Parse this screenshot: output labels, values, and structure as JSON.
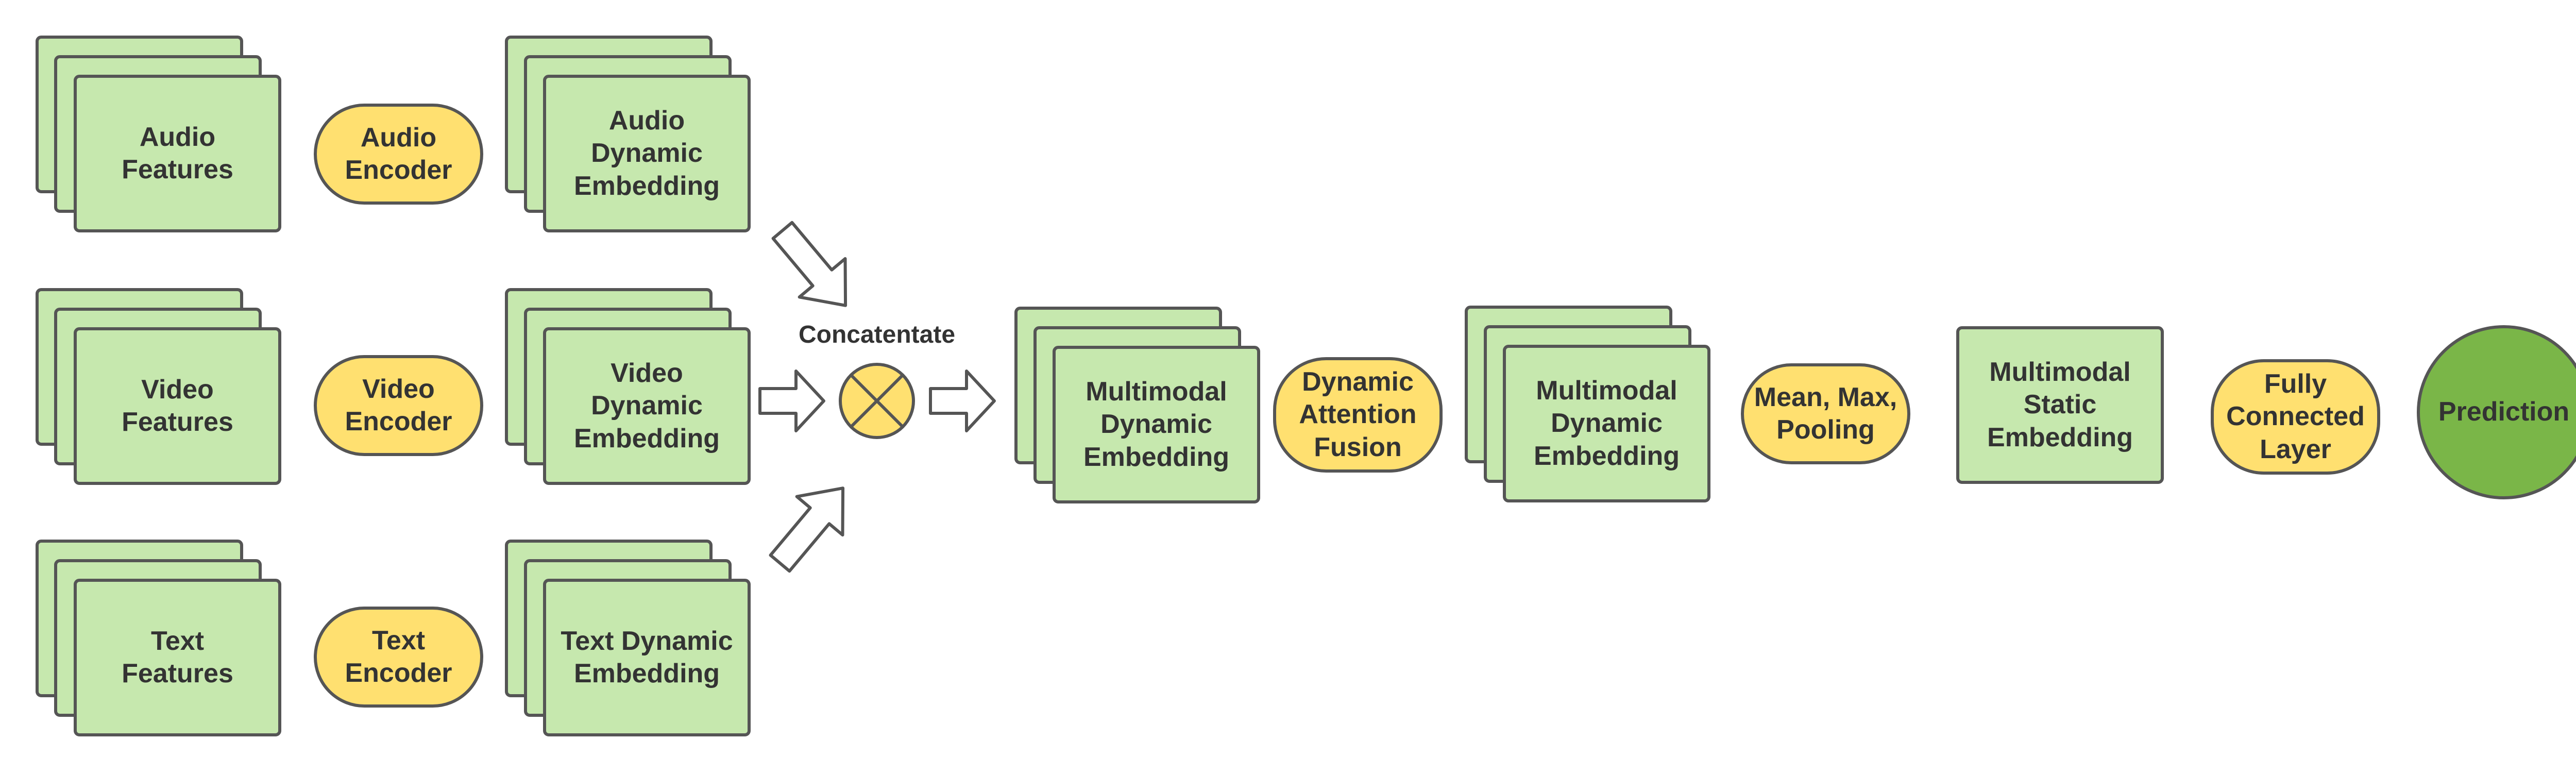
{
  "colors": {
    "feature_fill": "#c6e8ae",
    "encoder_fill": "#ffe070",
    "prediction_fill": "#7ab648",
    "stroke": "#555555",
    "text": "#333333"
  },
  "inputs": [
    {
      "features": "Audio\nFeatures",
      "encoder": "Audio\nEncoder",
      "embedding": "Audio\nDynamic\nEmbedding"
    },
    {
      "features": "Video\nFeatures",
      "encoder": "Video\nEncoder",
      "embedding": "Video\nDynamic\nEmbedding"
    },
    {
      "features": "Text\nFeatures",
      "encoder": "Text\nEncoder",
      "embedding": "Text Dynamic\nEmbedding"
    }
  ],
  "concat_label": "Concatentate",
  "concat_icon": "circle-x-icon",
  "multimodal_embedding_1": "Multimodal\nDynamic\nEmbedding",
  "attention_fusion": "Dynamic\nAttention\nFusion",
  "multimodal_embedding_2": "Multimodal\nDynamic\nEmbedding",
  "pooling": "Mean, Max,\nPooling",
  "static_embedding": "Multimodal\nStatic\nEmbedding",
  "fully_connected": "Fully\nConnected\nLayer",
  "prediction": "Prediction"
}
